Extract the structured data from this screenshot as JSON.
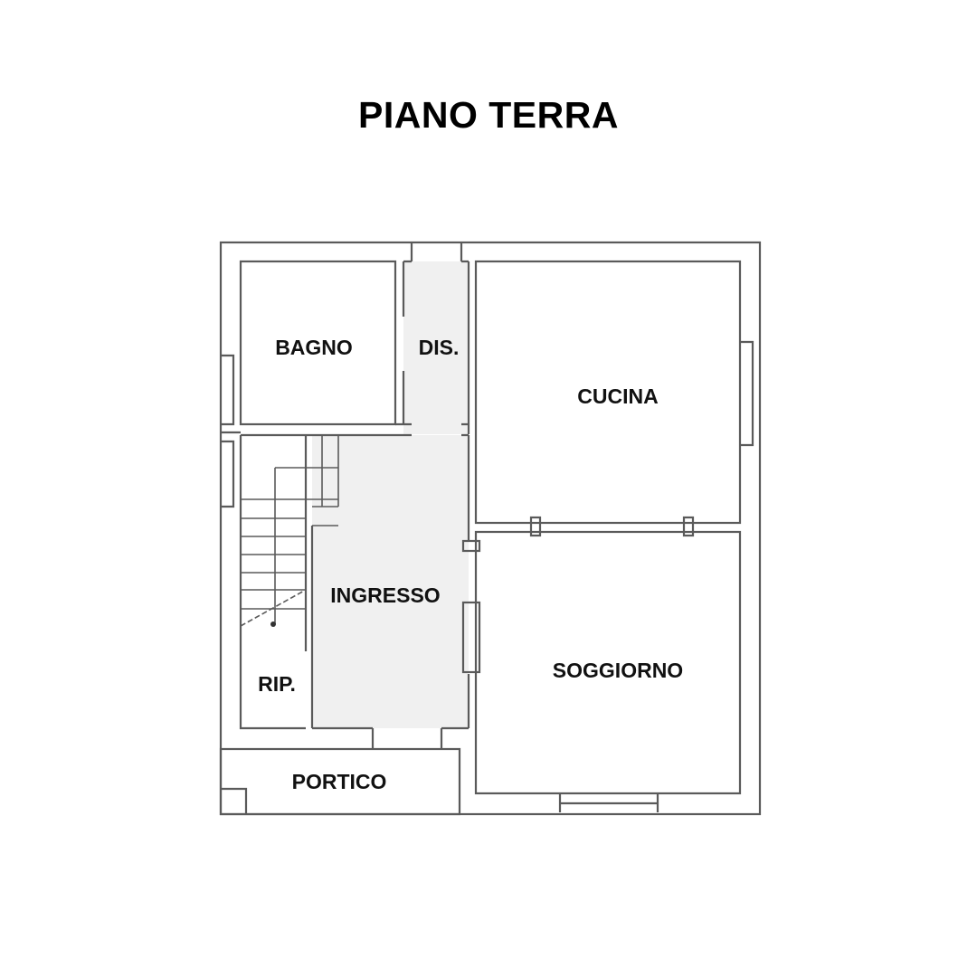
{
  "title": "PIANO TERRA",
  "rooms": {
    "bagno": {
      "label": "BAGNO",
      "color": "#f4d8bd"
    },
    "dis": {
      "label": "DIS.",
      "color": "#f0f0f0"
    },
    "cucina": {
      "label": "CUCINA",
      "color": "#def5fc"
    },
    "ingresso": {
      "label": "INGRESSO",
      "color": "#f0f0f0"
    },
    "soggiorno": {
      "label": "SOGGIORNO",
      "color": "#fdedf6"
    },
    "rip": {
      "label": "RIP.",
      "color": "#ffffff"
    },
    "portico": {
      "label": "PORTICO",
      "color": "#ffffff"
    }
  }
}
